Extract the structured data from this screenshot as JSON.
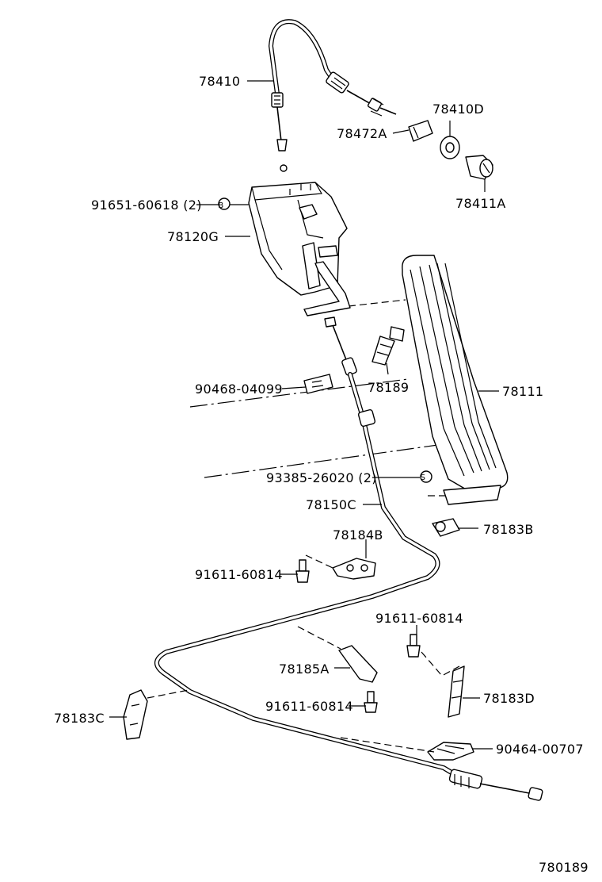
{
  "diagram_id": "780189",
  "callouts": [
    {
      "id": "78410",
      "label": "78410"
    },
    {
      "id": "78410d",
      "label": "78410D"
    },
    {
      "id": "78472a",
      "label": "78472A"
    },
    {
      "id": "78411a",
      "label": "78411A"
    },
    {
      "id": "91651",
      "label": "91651-60618 (2)",
      "badge": "B"
    },
    {
      "id": "78120g",
      "label": "78120G"
    },
    {
      "id": "90468",
      "label": "90468-04099"
    },
    {
      "id": "78189",
      "label": "78189"
    },
    {
      "id": "78111",
      "label": "78111"
    },
    {
      "id": "93385",
      "label": "93385-26020 (2)",
      "badge": "S"
    },
    {
      "id": "78150c",
      "label": "78150C"
    },
    {
      "id": "78184b",
      "label": "78184B"
    },
    {
      "id": "78183b",
      "label": "78183B"
    },
    {
      "id": "91611a",
      "label": "91611-60814"
    },
    {
      "id": "91611b",
      "label": "91611-60814"
    },
    {
      "id": "78185a",
      "label": "78185A"
    },
    {
      "id": "78183d",
      "label": "78183D"
    },
    {
      "id": "78183c",
      "label": "78183C"
    },
    {
      "id": "91611c",
      "label": "91611-60814"
    },
    {
      "id": "90464",
      "label": "90464-00707"
    }
  ]
}
